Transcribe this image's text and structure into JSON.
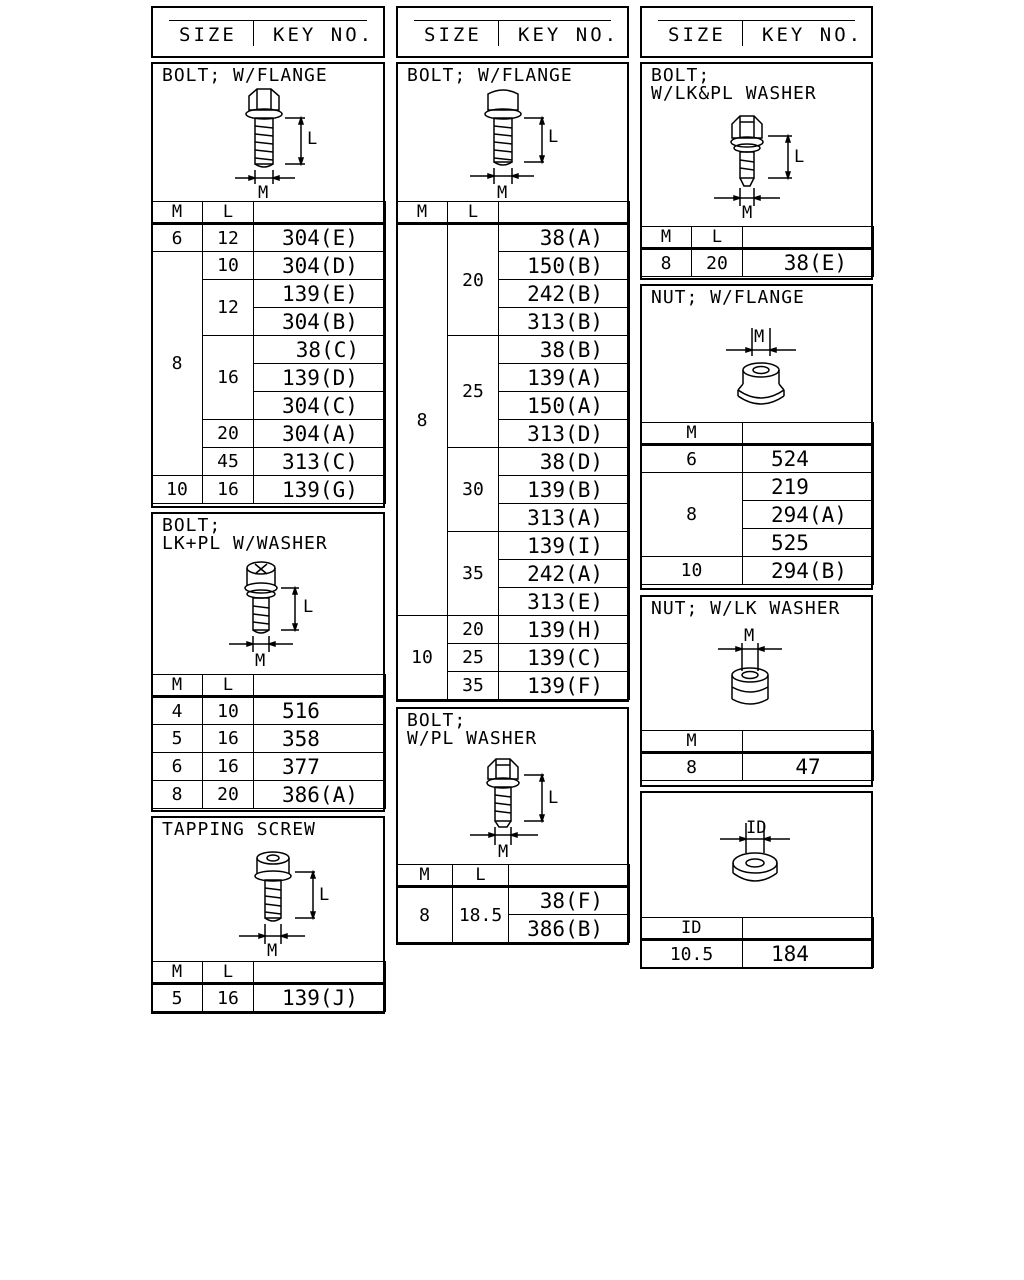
{
  "header": {
    "size_label": "SIZE",
    "key_label": "KEY NO."
  },
  "cols": {
    "m": "M",
    "l": "L",
    "id": "ID"
  },
  "bolt_flange_1": {
    "title": "BOLT; W/FLANGE",
    "rows": [
      {
        "m": "6",
        "l": "12",
        "key": "304(E)"
      },
      {
        "m": "8",
        "l": "10",
        "key": "304(D)"
      },
      {
        "m": "",
        "l": "12",
        "key": "139(E)"
      },
      {
        "m": "",
        "l": "",
        "key": "304(B)"
      },
      {
        "m": "",
        "l": "16",
        "key": "38(C)"
      },
      {
        "m": "",
        "l": "",
        "key": "139(D)"
      },
      {
        "m": "",
        "l": "",
        "key": "304(C)"
      },
      {
        "m": "",
        "l": "20",
        "key": "304(A)"
      },
      {
        "m": "",
        "l": "45",
        "key": "313(C)"
      },
      {
        "m": "10",
        "l": "16",
        "key": "139(G)"
      }
    ]
  },
  "bolt_lk_pl": {
    "title": "BOLT;\nLK+PL W/WASHER",
    "rows": [
      {
        "m": "4",
        "l": "10",
        "key": "516"
      },
      {
        "m": "5",
        "l": "16",
        "key": "358"
      },
      {
        "m": "6",
        "l": "16",
        "key": "377"
      },
      {
        "m": "8",
        "l": "20",
        "key": "386(A)"
      }
    ]
  },
  "tapping_screw": {
    "title": "TAPPING SCREW",
    "rows": [
      {
        "m": "5",
        "l": "16",
        "key": "139(J)"
      }
    ]
  },
  "bolt_flange_2": {
    "title": "BOLT; W/FLANGE",
    "rows": [
      {
        "m": "8",
        "l": "20",
        "key": "38(A)"
      },
      {
        "key": "150(B)"
      },
      {
        "key": "242(B)"
      },
      {
        "key": "313(B)"
      },
      {
        "l": "25",
        "key": "38(B)"
      },
      {
        "key": "139(A)"
      },
      {
        "key": "150(A)"
      },
      {
        "key": "313(D)"
      },
      {
        "l": "30",
        "key": "38(D)"
      },
      {
        "key": "139(B)"
      },
      {
        "key": "313(A)"
      },
      {
        "l": "35",
        "key": "139(I)"
      },
      {
        "key": "242(A)"
      },
      {
        "key": "313(E)"
      },
      {
        "m": "10",
        "l": "20",
        "key": "139(H)"
      },
      {
        "l": "25",
        "key": "139(C)"
      },
      {
        "l": "35",
        "key": "139(F)"
      }
    ]
  },
  "bolt_pl_washer": {
    "title": "BOLT;\nW/PL WASHER",
    "rows": [
      {
        "m": "8",
        "l": "18.5",
        "key": "38(F)"
      },
      {
        "key": "386(B)"
      }
    ]
  },
  "bolt_lk_pl_washer": {
    "title": "BOLT;\nW/LK&PL WASHER",
    "rows": [
      {
        "m": "8",
        "l": "20",
        "key": "38(E)"
      }
    ]
  },
  "nut_flange": {
    "title": "NUT; W/FLANGE",
    "rows": [
      {
        "m": "6",
        "key": "524"
      },
      {
        "m": "8",
        "key": "219"
      },
      {
        "key": "294(A)"
      },
      {
        "key": "525"
      },
      {
        "m": "10",
        "key": "294(B)"
      }
    ]
  },
  "nut_lk_washer": {
    "title": "NUT; W/LK WASHER",
    "rows": [
      {
        "m": "8",
        "key": "47"
      }
    ]
  },
  "washer": {
    "rows": [
      {
        "id": "10.5",
        "key": "184"
      }
    ]
  }
}
